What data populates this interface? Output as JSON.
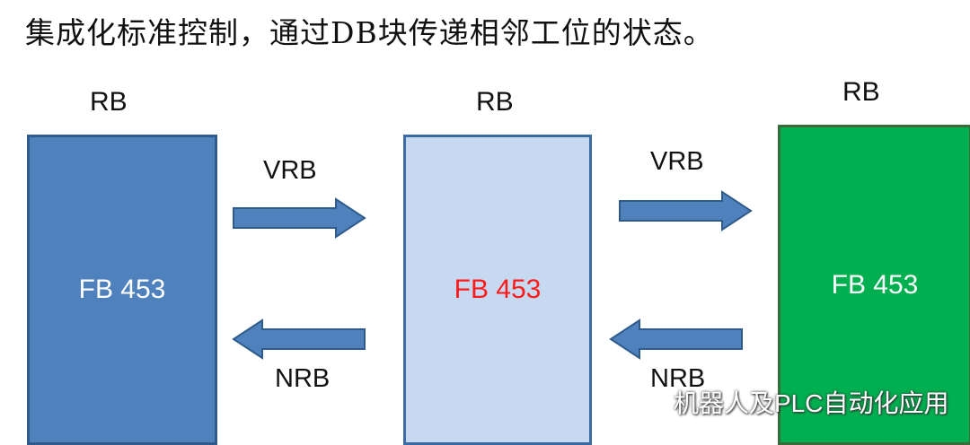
{
  "title": "集成化标准控制，通过DB块传递相邻工位的状态。",
  "blocks": [
    {
      "top_label": "RB",
      "label": "FB 453",
      "fill": "#4f81bd",
      "text_color": "#ffffff"
    },
    {
      "top_label": "RB",
      "label": "FB 453",
      "fill": "#c6d9f1",
      "text_color": "#ff1a1a"
    },
    {
      "top_label": "RB",
      "label": "FB 453",
      "fill": "#00b050",
      "text_color": "#ffffff"
    }
  ],
  "arrows": [
    {
      "label": "VRB",
      "direction": "right"
    },
    {
      "label": "VRB",
      "direction": "right"
    },
    {
      "label": "NRB",
      "direction": "left"
    },
    {
      "label": "NRB",
      "direction": "left"
    }
  ],
  "colors": {
    "arrow_fill": "#4f81bd",
    "arrow_stroke": "#2f5b8c"
  },
  "watermark": {
    "icon": "wechat-icon",
    "text": "机器人及PLC自动化应用"
  }
}
